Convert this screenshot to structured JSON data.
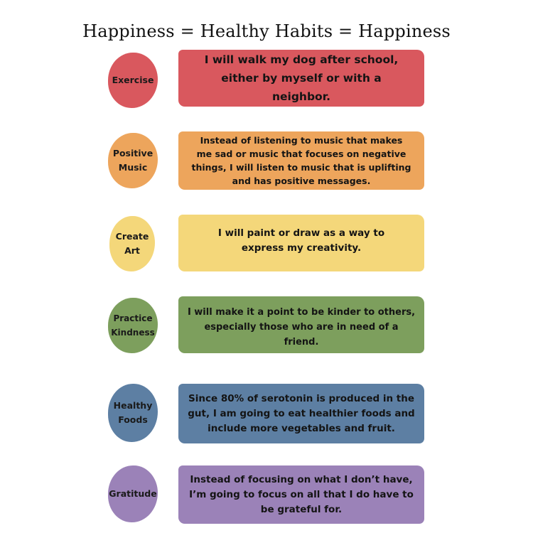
{
  "title": "Happiness = Healthy Habits = Happiness",
  "habits": [
    {
      "label_lines": [
        "Exercise"
      ],
      "text": "I will walk my dog after school, either by myself or with a neighbor.",
      "color": "#d9585e"
    },
    {
      "label_lines": [
        "Positive",
        "Music"
      ],
      "text": "Instead of listening to music that makes me sad or music that focuses on negative things, I will listen to music that is uplifting and has positive messages.",
      "color": "#eda55c"
    },
    {
      "label_lines": [
        "Create",
        "Art"
      ],
      "text": "I will paint or draw as a way to express my creativity.",
      "color": "#f4d77a"
    },
    {
      "label_lines": [
        "Practice",
        "Kindness"
      ],
      "text": "I will make it a point to be kinder to others, especially those who are in need of a friend.",
      "color": "#7d9f5d"
    },
    {
      "label_lines": [
        "Healthy",
        "Foods"
      ],
      "text": "Since 80% of serotonin is produced in the gut, I am going to eat healthier foods and include more vegetables and fruit.",
      "color": "#5d7fa3"
    },
    {
      "label_lines": [
        "Gratitude"
      ],
      "text": "Instead of focusing on what I don’t have, I’m going to focus on all that I do have to be grateful for.",
      "color": "#9b82b8"
    }
  ]
}
